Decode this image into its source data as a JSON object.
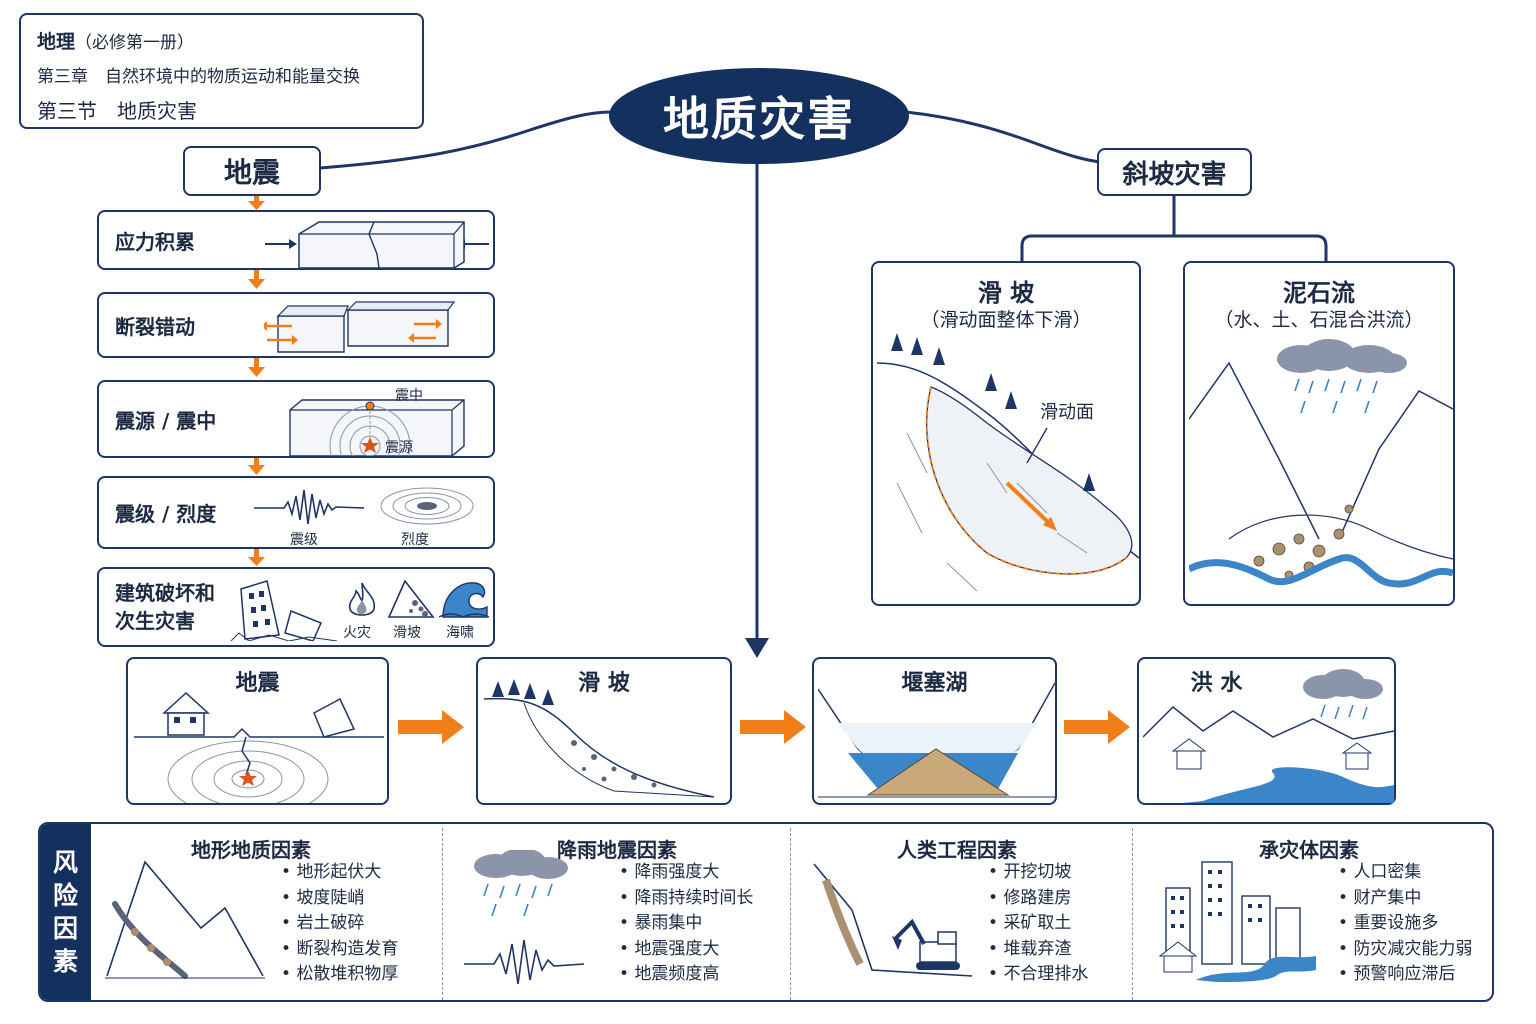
{
  "header": {
    "subject": "地理",
    "book": "（必修第一册）",
    "chapter": "第三章　自然环境中的物质运动和能量交换",
    "section": "第三节　地质灾害"
  },
  "main_title": "地质灾害",
  "earthquake": {
    "title": "地震",
    "steps": [
      {
        "label": "应力积累"
      },
      {
        "label": "断裂错动"
      },
      {
        "label": "震源 / 震中",
        "epicenter": "震中",
        "hypocenter": "震源"
      },
      {
        "label": "震级 / 烈度",
        "magnitude": "震级",
        "intensity": "烈度"
      },
      {
        "label_line1": "建筑破坏和",
        "label_line2": "次生灾害",
        "icons": [
          "火灾",
          "滑坡",
          "海啸"
        ]
      }
    ]
  },
  "slope": {
    "title": "斜坡灾害",
    "landslide": {
      "title": "滑 坡",
      "subtitle": "（滑动面整体下滑）",
      "surface_label": "滑动面"
    },
    "debris_flow": {
      "title": "泥石流",
      "subtitle": "（水、土、石混合洪流）"
    }
  },
  "chain": [
    "地震",
    "滑 坡",
    "堰塞湖",
    "洪 水"
  ],
  "risk": {
    "tab": [
      "风",
      "险",
      "因",
      "素"
    ],
    "columns": [
      {
        "title": "地形地质因素",
        "items": [
          "地形起伏大",
          "坡度陡峭",
          "岩土破碎",
          "断裂构造发育",
          "松散堆积物厚"
        ]
      },
      {
        "title": "降雨地震因素",
        "items": [
          "降雨强度大",
          "降雨持续时间长",
          "暴雨集中",
          "地震强度大",
          "地震频度高"
        ]
      },
      {
        "title": "人类工程因素",
        "items": [
          "开挖切坡",
          "修路建房",
          "采矿取土",
          "堆载弃渣",
          "不合理排水"
        ]
      },
      {
        "title": "承灾体因素",
        "items": [
          "人口密集",
          "财产集中",
          "重要设施多",
          "防灾减灾能力弱",
          "预警响应滞后"
        ]
      }
    ]
  },
  "colors": {
    "navy": "#14305f",
    "orange": "#f07f1a",
    "water": "#3a86c8"
  }
}
